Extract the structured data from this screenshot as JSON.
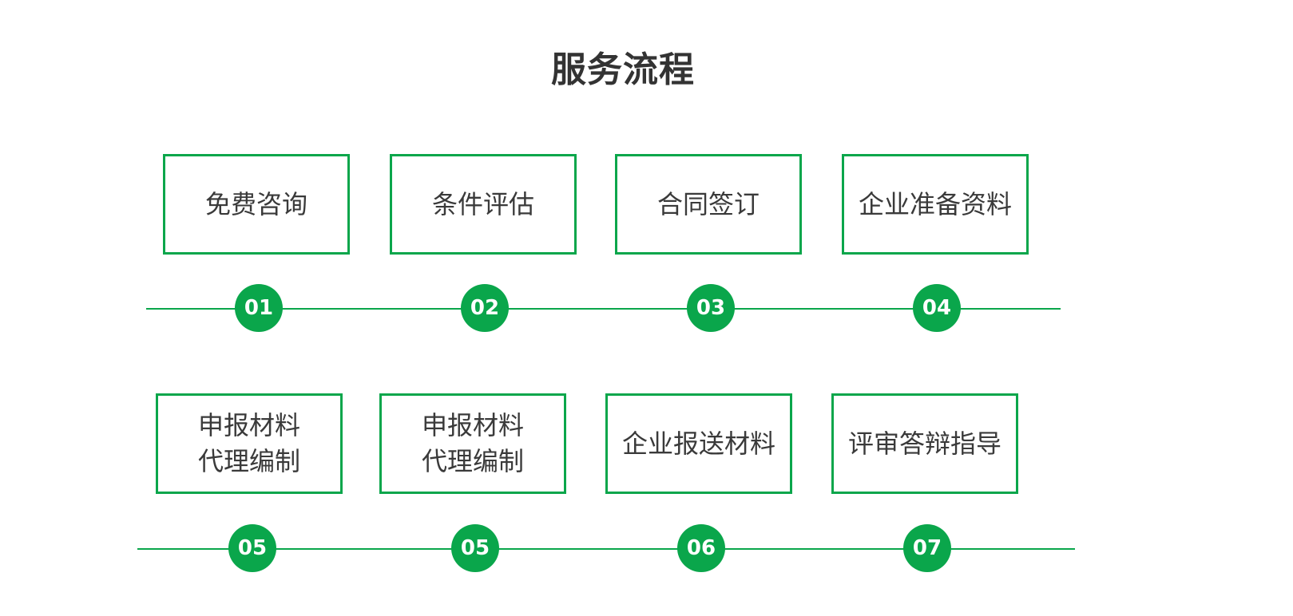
{
  "section": {
    "title": "服务流程"
  },
  "row1": {
    "steps": [
      {
        "label": "免费咨询",
        "num": "01"
      },
      {
        "label": "条件评估",
        "num": "02"
      },
      {
        "label": "合同签订",
        "num": "03"
      },
      {
        "label": "企业准备资料",
        "num": "04"
      }
    ]
  },
  "row2": {
    "steps": [
      {
        "line1": "申报材料",
        "line2": "代理编制",
        "num": "05"
      },
      {
        "line1": "申报材料",
        "line2": "代理编制",
        "num": "05"
      },
      {
        "label": "企业报送材料",
        "num": "06"
      },
      {
        "label": "评审答辩指导",
        "num": "07"
      }
    ]
  },
  "colors": {
    "accent": "#0aa64b",
    "text": "#3a3a3a",
    "title": "#333333"
  }
}
